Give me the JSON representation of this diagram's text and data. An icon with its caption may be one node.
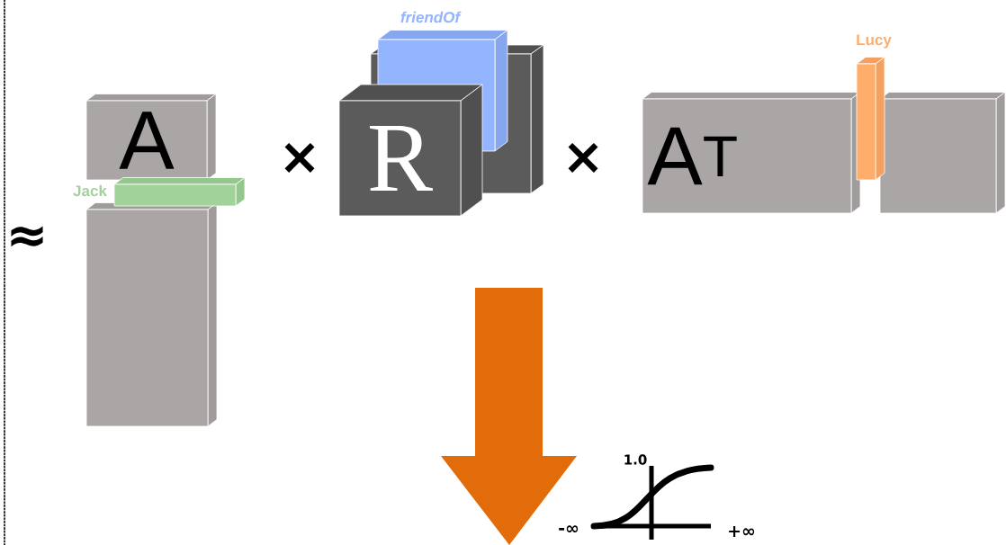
{
  "diagram": {
    "nodes": [
      {
        "text": [
          "A"
        ]
      },
      {
        "text": [],
        "shape": "bar",
        "beside": [
          "Jack"
        ]
      },
      {
        "text": [],
        "shape": "box"
      },
      {
        "text": [],
        "shape": "box",
        "beside": [
          "friendOf"
        ]
      },
      {
        "text": [
          "R"
        ]
      },
      {
        "text": [
          "A$^{T}$"
        ]
      },
      {
        "text": [],
        "shape": "bar",
        "beside": [
          "Lucy"
        ]
      },
      {
        "text": [],
        "shape": "box"
      }
    ],
    "labels": [
      "≈",
      "×",
      "×",
      "1.0",
      "-∞",
      "+∞"
    ]
  }
}
